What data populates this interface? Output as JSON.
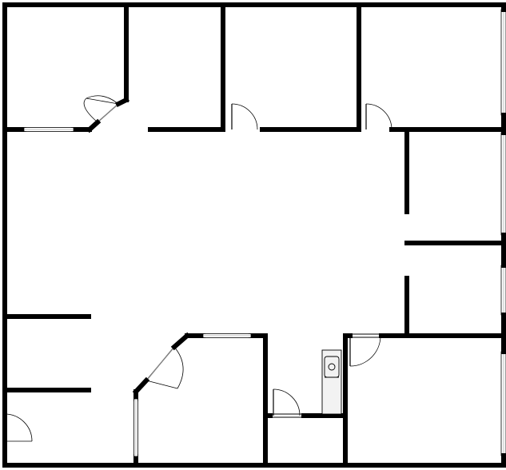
{
  "plan": {
    "type": "floor-plan",
    "labels": [],
    "colors": {
      "wall": "#000000",
      "background": "#ffffff",
      "glazing": "#9a9a9a",
      "fixture": "#f2f2f2"
    },
    "rooms": [
      {
        "name": "top-left-office"
      },
      {
        "name": "top-center-office"
      },
      {
        "name": "top-right-office"
      },
      {
        "name": "right-upper-office"
      },
      {
        "name": "right-middle-office"
      },
      {
        "name": "right-lower-office"
      },
      {
        "name": "open-area"
      },
      {
        "name": "left-upper-closet"
      },
      {
        "name": "left-lower-office"
      },
      {
        "name": "bottom-center-office"
      },
      {
        "name": "restroom"
      }
    ],
    "fixtures": [
      {
        "name": "sink-icon"
      }
    ]
  }
}
